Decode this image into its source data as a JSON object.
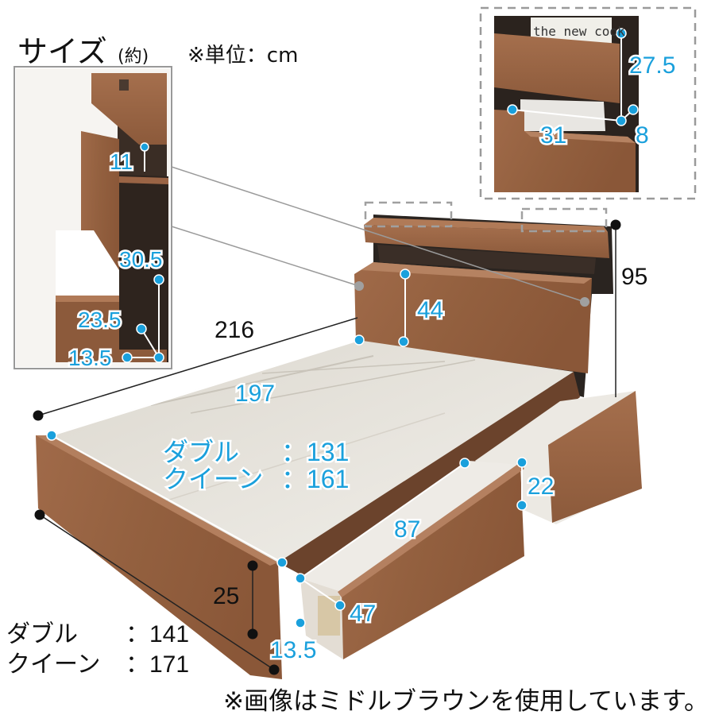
{
  "header": {
    "title": "サイズ",
    "approx": "(約)",
    "unit_note": "※単位：cm"
  },
  "overall": {
    "length": "216",
    "height": "95",
    "mattress_length": "197",
    "headboard_height": "44",
    "frame_height": "25"
  },
  "mattress_width": {
    "double_label": "ダブル",
    "double_value": "：131",
    "queen_label": "クイーン",
    "queen_value": "：161"
  },
  "frame_width": {
    "double_label": "ダブル",
    "double_value": "：141",
    "queen_label": "クイーン",
    "queen_value": "：171"
  },
  "drawers": {
    "long_length": "87",
    "long_depth": "47",
    "long_inner_height": "13.5",
    "short_height": "22"
  },
  "detail_left": {
    "upper_gap": "11",
    "shelf_height": "30.5",
    "shelf_depth": "23.5",
    "bottom": "13.5"
  },
  "detail_top": {
    "book_text": "the new cook",
    "height": "27.5",
    "width": "31",
    "depth": "8"
  },
  "footer_note": "※画像はミドルブラウンを使用しています。",
  "colors": {
    "wood": "#9a6445",
    "wood_dark": "#7a4a30",
    "cyan": "#1aa0dc",
    "board": "#e9e6df"
  }
}
